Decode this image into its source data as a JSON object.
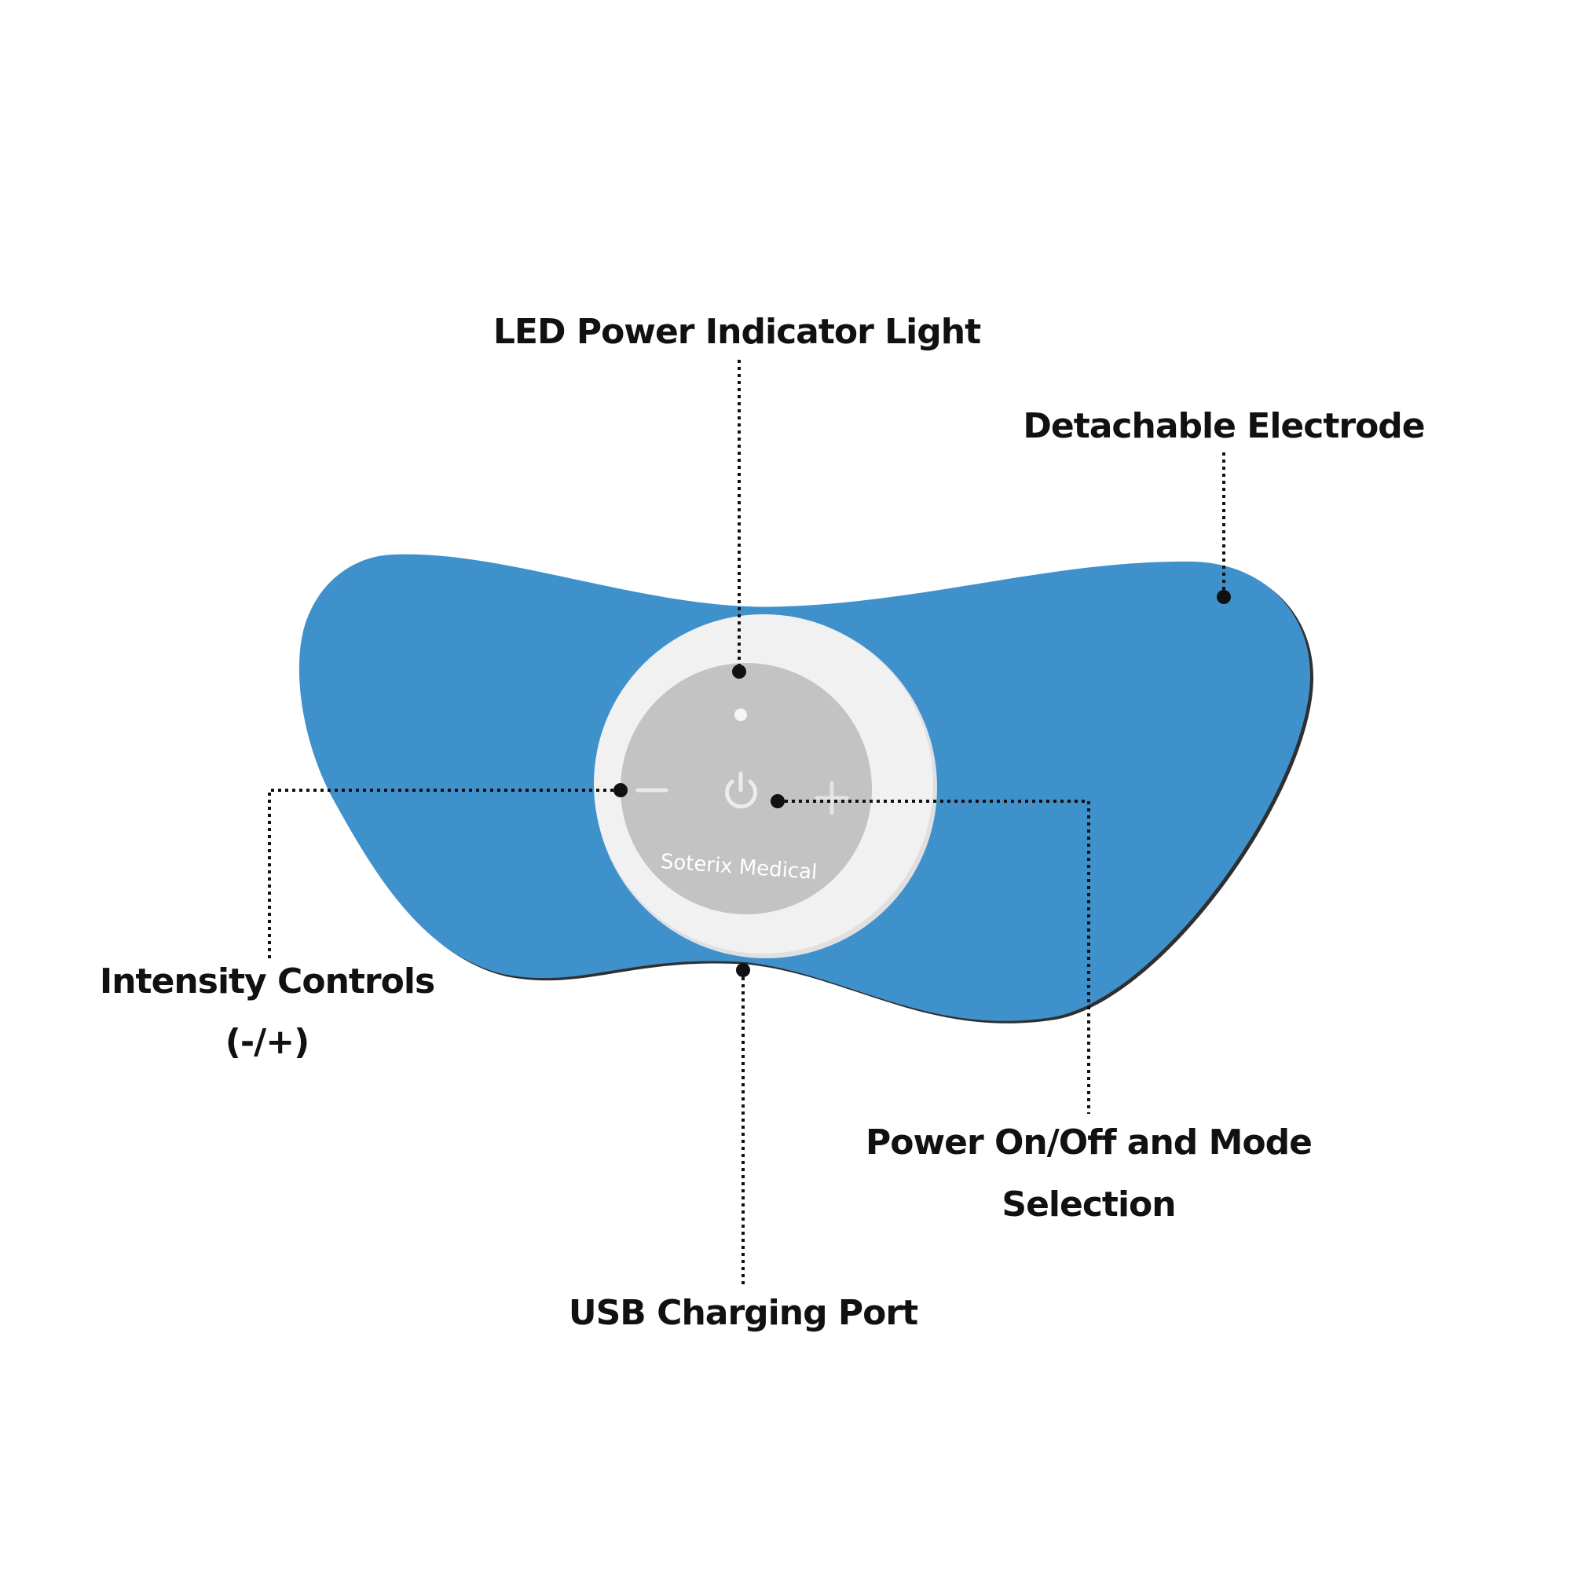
{
  "colors": {
    "electrode": "#3f91cc",
    "electrode_edge": "#2f2f2f",
    "device_ring": "#f1f1f1",
    "device_face": "#c3c3c3",
    "text": "#111111",
    "background": "#ffffff"
  },
  "device": {
    "brand_label": "Soterix Medical",
    "icons": [
      "minus-icon",
      "power-icon",
      "plus-icon",
      "led-indicator"
    ]
  },
  "callouts": {
    "led_indicator": "LED Power Indicator Light",
    "detachable_electrode": "Detachable Electrode",
    "intensity_controls_line1": "Intensity Controls",
    "intensity_controls_line2": "(-/+)",
    "power_mode_line1": "Power On/Off and Mode",
    "power_mode_line2": "Selection",
    "usb_port": "USB Charging Port"
  }
}
